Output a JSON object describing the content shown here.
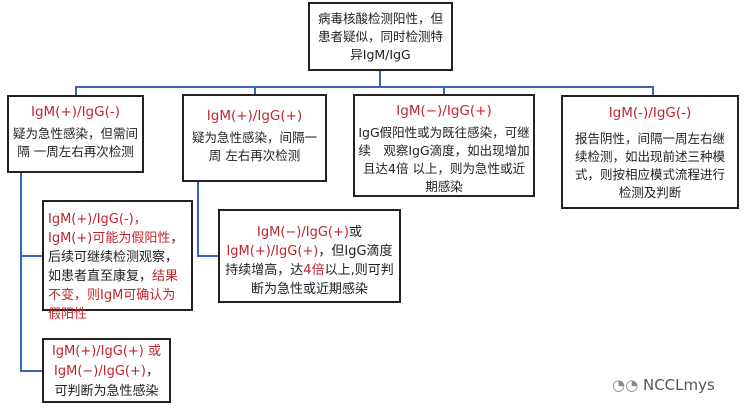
{
  "root": {
    "text": "病毒核酸检测阳性，但患者疑似，同时检测特异IgM/IgG"
  },
  "boxes": [
    {
      "title": "IgM(+)/IgG(-)",
      "body": "疑为急性感染，但需间隔 一周左右再次检测"
    },
    {
      "title": "IgM(+)/IgG(+)",
      "body": "疑为急性感染，间隔一周 左右再次检测"
    },
    {
      "title": "IgM(−)/IgG(+)",
      "body": "IgG假阳性或为既往感染，可继续　观察IgG滴度，如出现增加且达4倍 以上，则为急性或近期感染"
    },
    {
      "title": "IgM(-)/IgG(-)",
      "body": "报告阴性，间隔一周左右继续检测，如出现前述三种模式，则按相应模式流程进行检测及判断"
    }
  ],
  "sub1": {
    "s1": "IgM(+)/IgG(-)，IgM(+)可能为假阳性",
    "s2": "，后续可继续检测观察，如患者直至康复，",
    "s3": "结果不变，则IgM可确认为假阳性"
  },
  "sub2": {
    "s1": "IgM(−)/IgG(+)",
    "s2": "或",
    "s3": "IgM(+)/IgG(+)",
    "s4": "，但IgG滴度持续增高，达",
    "s5": "4倍",
    "s6": "以上,则可判断为急性或近期感染"
  },
  "sub3": {
    "s1": "IgM(+)/IgG(+) 或 IgM(−)/IgG(+)",
    "s2": "，可判断为急性感染"
  },
  "watermark": "NCCLmys"
}
